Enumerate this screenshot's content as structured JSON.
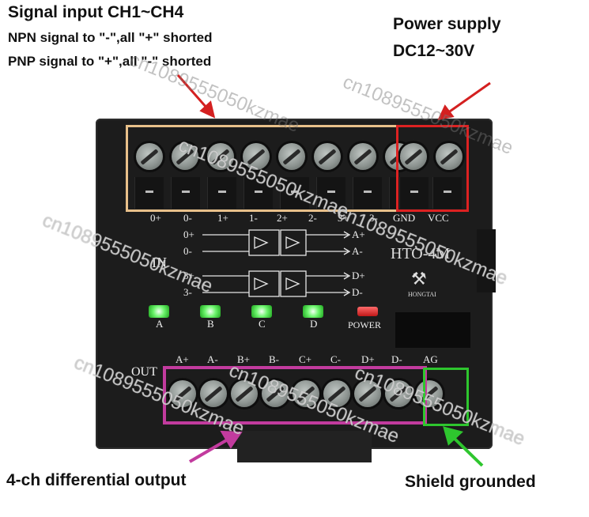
{
  "callouts": {
    "signal_input_title": "Signal input CH1~CH4",
    "npn_line": "NPN signal to \"-\",all  \"+\" shorted",
    "pnp_line": "PNP signal to \"+\",all \"-\" shorted",
    "power_title": "Power supply",
    "power_voltage": "DC12~30V",
    "output_label": "4-ch differential output",
    "shield_label": "Shield grounded"
  },
  "module": {
    "input_labels": [
      "0+",
      "0-",
      "1+",
      "1-",
      "2+",
      "2-",
      "3+",
      "3-"
    ],
    "power_labels": [
      "GND",
      "VCC"
    ],
    "output_labels": [
      "A+",
      "A-",
      "B+",
      "B-",
      "C+",
      "C-",
      "D+",
      "D-",
      "AG"
    ],
    "diagram_left": [
      "0+",
      "0-",
      "3+",
      "3-"
    ],
    "diagram_right": [
      "A+",
      "A-",
      "D+",
      "D-"
    ],
    "in_label": "IN",
    "out_label": "OUT",
    "model": "HTO-4M",
    "brand": "HONGTAI",
    "leds": [
      {
        "label": "A",
        "color": "#4ee04e"
      },
      {
        "label": "B",
        "color": "#4ee04e"
      },
      {
        "label": "C",
        "color": "#4ee04e"
      },
      {
        "label": "D",
        "color": "#4ee04e"
      },
      {
        "label": "POWER",
        "color": "#e02020"
      }
    ]
  },
  "highlight_colors": {
    "input": "#e8c08a",
    "power": "#d22222",
    "output": "#c23b9e",
    "shield": "#2ec62e"
  },
  "watermark": "cn1089555050kzmae"
}
